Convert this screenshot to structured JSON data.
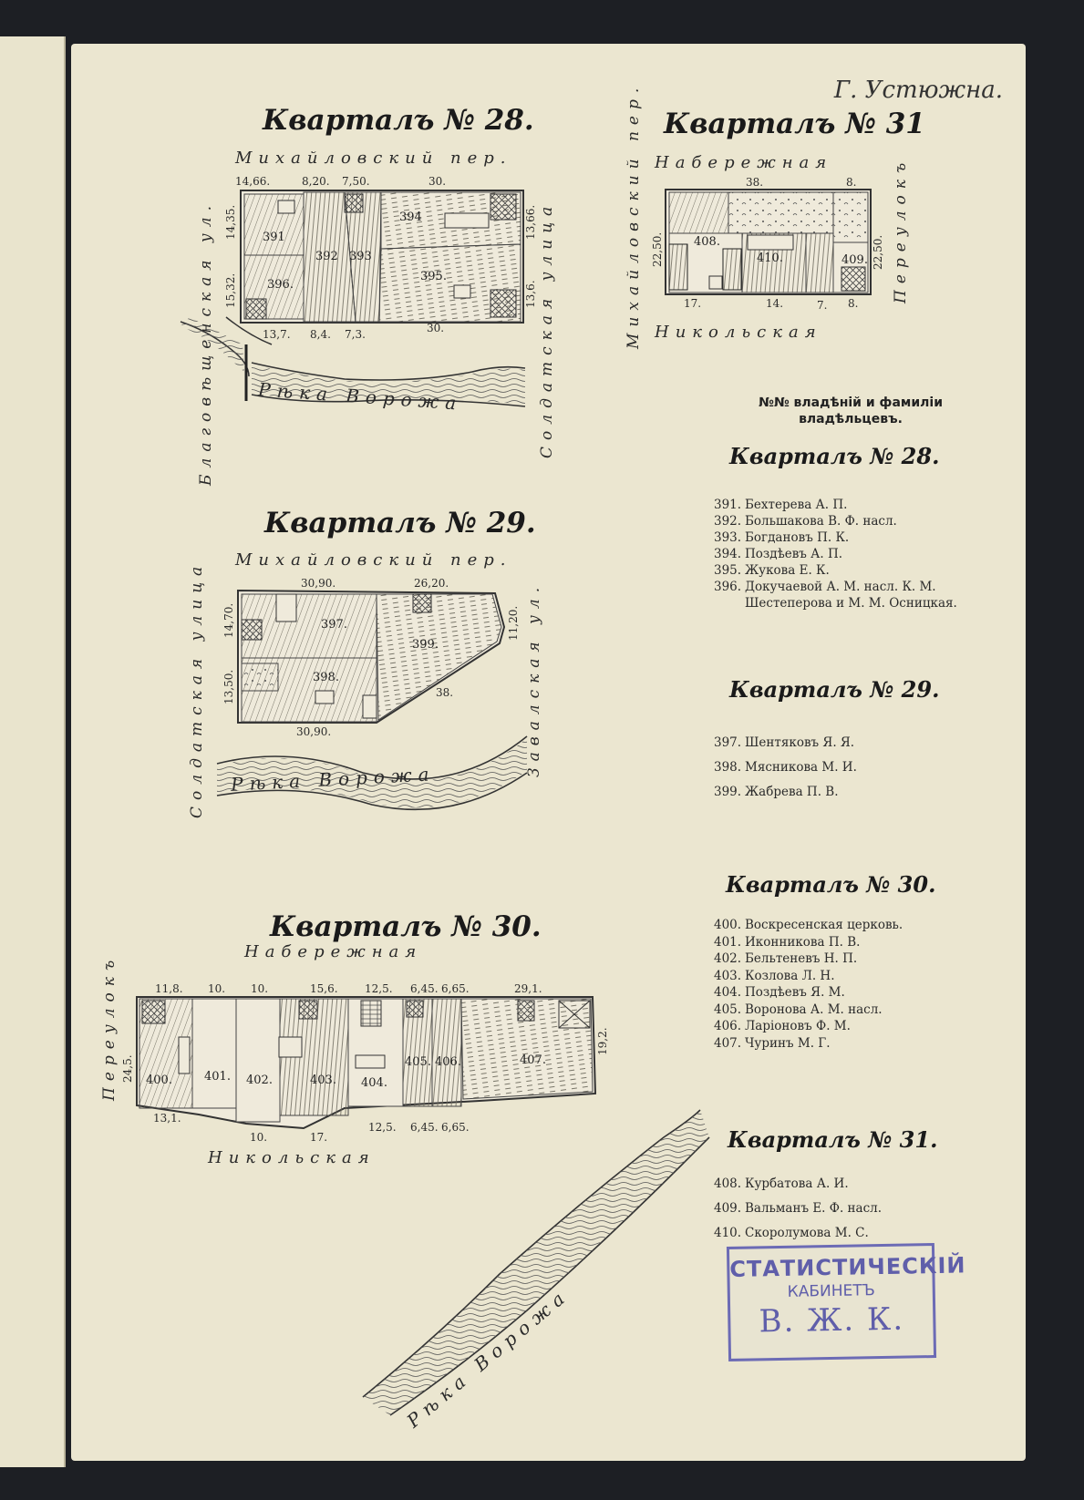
{
  "page": {
    "running_head": "Г. Устюжна."
  },
  "maps": {
    "q28": {
      "title": "Кварталъ № 28.",
      "street_top": "Михайловский пер.",
      "street_left": "Благовѣщенская ул.",
      "street_right": "Солдатская улица",
      "river": "Рѣка Ворожа",
      "dims_top": [
        "14,66.",
        "8,20.",
        "7,50.",
        "30."
      ],
      "dims_bottom": [
        "13,7.",
        "8,4.",
        "7,3.",
        "30."
      ],
      "dims_left": [
        "14,35.",
        "15,32."
      ],
      "dims_right": [
        "13,66.",
        "13,6."
      ],
      "lots": [
        "391",
        "392",
        "393",
        "394",
        "395.",
        "396."
      ]
    },
    "q29": {
      "title": "Кварталъ № 29.",
      "street_top": "Михайловский пер.",
      "street_left": "Солдатская улица",
      "street_right": "Завалская ул.",
      "river": "Рѣка Ворожа",
      "dims_top": [
        "30,90.",
        "26,20."
      ],
      "dims_bottom": [
        "30,90.",
        "38."
      ],
      "dims_left": [
        "14,70.",
        "13,50."
      ],
      "dims_right": [
        "11,20."
      ],
      "lots": [
        "397.",
        "398.",
        "399."
      ]
    },
    "q30": {
      "title": "Кварталъ № 30.",
      "street_top": "Набережная",
      "street_bottom": "Никольская",
      "street_left": "Переулокъ",
      "river": "Рѣка Ворожа",
      "dims_top": [
        "11,8.",
        "10.",
        "10.",
        "15,6.",
        "12,5.",
        "6,45.",
        "6,65.",
        "29,1."
      ],
      "dims_bottom": [
        "13,1.",
        "10.",
        "17.",
        "12,5.",
        "6,45.",
        "6,65."
      ],
      "dims_left": [
        "24,5."
      ],
      "dims_right": [
        "19,2."
      ],
      "lots": [
        "400.",
        "401.",
        "402.",
        "403.",
        "404.",
        "405.",
        "406.",
        "407."
      ]
    },
    "q31": {
      "title": "Кварталъ № 31",
      "street_top": "Набережная",
      "street_bottom": "Никольская",
      "street_left": "Михайловский пер.",
      "street_right": "Переулокъ",
      "dims_top": [
        "38.",
        "8."
      ],
      "dims_bottom": [
        "17.",
        "14.",
        "7.",
        "8."
      ],
      "dims_left": [
        "22,50."
      ],
      "dims_right": [
        "22,50."
      ],
      "lots": [
        "408.",
        "410.",
        "409."
      ]
    }
  },
  "legend": {
    "heading_line1": "№№ владѣній и фамиліи",
    "heading_line2": "владѣльцевъ.",
    "groups": [
      {
        "title": "Кварталъ № 28.",
        "entries": [
          {
            "num": "391.",
            "name": "Бехтерева А. П."
          },
          {
            "num": "392.",
            "name": "Большакова В. Ф. насл."
          },
          {
            "num": "393.",
            "name": "Богдановъ П. К."
          },
          {
            "num": "394.",
            "name": "Поздѣевъ А. П."
          },
          {
            "num": "395.",
            "name": "Жукова Е. К."
          },
          {
            "num": "396.",
            "name": "Докучаевой А. М. насл. К. М."
          },
          {
            "num": "",
            "name": "Шестеперова и М. М. Осницкая."
          }
        ]
      },
      {
        "title": "Кварталъ № 29.",
        "entries": [
          {
            "num": "397.",
            "name": "Шентяковъ Я. Я."
          },
          {
            "num": "398.",
            "name": "Мясникова М. И."
          },
          {
            "num": "399.",
            "name": "Жабрева П. В."
          }
        ]
      },
      {
        "title": "Кварталъ № 30.",
        "entries": [
          {
            "num": "400.",
            "name": "Воскресенская церковь."
          },
          {
            "num": "401.",
            "name": "Иконникова П. В."
          },
          {
            "num": "402.",
            "name": "Бельтеневъ Н. П."
          },
          {
            "num": "403.",
            "name": "Козлова Л. Н."
          },
          {
            "num": "404.",
            "name": "Поздѣевъ Я. М."
          },
          {
            "num": "405.",
            "name": "Воронова А. М. насл."
          },
          {
            "num": "406.",
            "name": "Ларіоновъ Ф. М."
          },
          {
            "num": "407.",
            "name": "Чуринъ М. Г."
          }
        ]
      },
      {
        "title": "Кварталъ № 31.",
        "entries": [
          {
            "num": "408.",
            "name": "Курбатова А. И."
          },
          {
            "num": "409.",
            "name": "Вальманъ Е. Ф. насл."
          },
          {
            "num": "410.",
            "name": "Скоролумова М. С."
          }
        ]
      }
    ]
  },
  "stamp": {
    "line1": "СТАТИСТИЧЕСКІЙ",
    "line2": "КАБИНЕТЪ",
    "line3": "В. Ж. К."
  }
}
